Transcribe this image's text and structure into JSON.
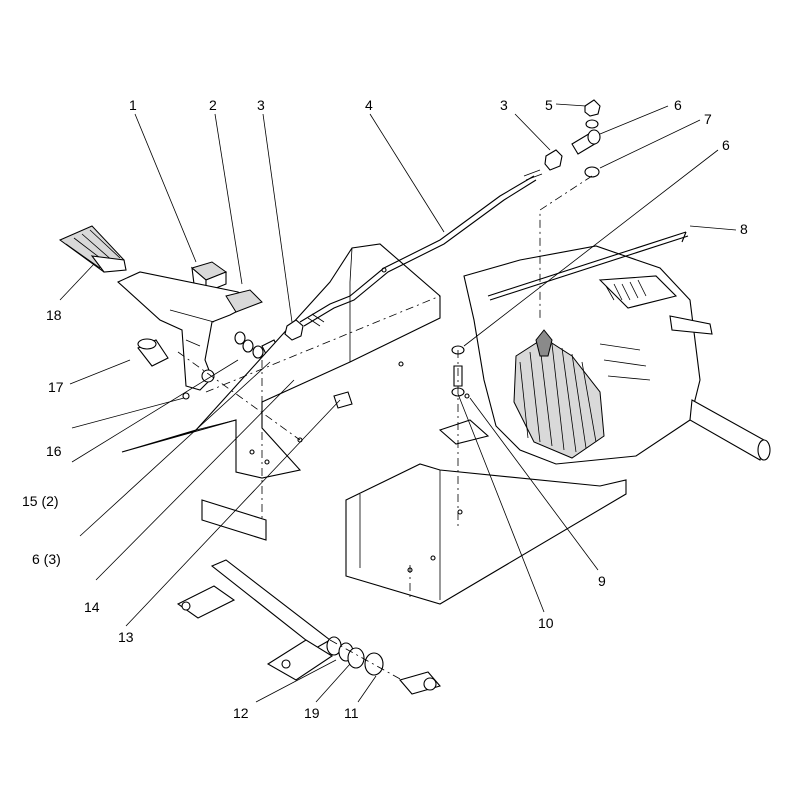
{
  "callouts": [
    {
      "id": "c1",
      "text": "1"
    },
    {
      "id": "c2",
      "text": "2"
    },
    {
      "id": "c3a",
      "text": "3"
    },
    {
      "id": "c4",
      "text": "4"
    },
    {
      "id": "c3b",
      "text": "3"
    },
    {
      "id": "c5",
      "text": "5"
    },
    {
      "id": "c6a",
      "text": "6"
    },
    {
      "id": "c7",
      "text": "7"
    },
    {
      "id": "c6b",
      "text": "6"
    },
    {
      "id": "c8",
      "text": "8"
    },
    {
      "id": "c18",
      "text": "18"
    },
    {
      "id": "c17",
      "text": "17"
    },
    {
      "id": "c16",
      "text": "16"
    },
    {
      "id": "c15",
      "text": "15 (2)"
    },
    {
      "id": "c63",
      "text": "6 (3)"
    },
    {
      "id": "c14",
      "text": "14"
    },
    {
      "id": "c13",
      "text": "13"
    },
    {
      "id": "c12",
      "text": "12"
    },
    {
      "id": "c19",
      "text": "19"
    },
    {
      "id": "c11",
      "text": "11"
    },
    {
      "id": "c10",
      "text": "10"
    },
    {
      "id": "c9",
      "text": "9"
    }
  ]
}
